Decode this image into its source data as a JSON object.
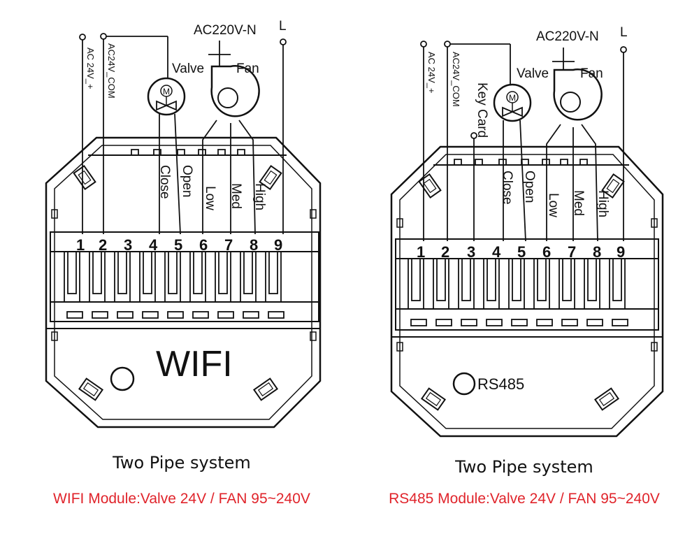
{
  "colors": {
    "line": "#111111",
    "caption_red": "#e0242b"
  },
  "diagrams": [
    {
      "id": "wifi",
      "supply_label": "AC220V-N",
      "live_label": "L",
      "ac24_plus_label": "AC 24V_+",
      "ac24_com_label": "AC24V_COM",
      "valve_label": "Valve",
      "fan_label": "Fan",
      "valve_motor_symbol": "M",
      "key_card_label": "",
      "terminal_labels": [
        "Close",
        "Open",
        "Low",
        "Med",
        "High"
      ],
      "terminal_numbers": [
        "1",
        "2",
        "3",
        "4",
        "5",
        "6",
        "7",
        "8",
        "9"
      ],
      "module_label": "WIFI",
      "caption": "Two Pipe system",
      "subcaption": "WIFI Module:Valve 24V / FAN 95~240V"
    },
    {
      "id": "rs485",
      "supply_label": "AC220V-N",
      "live_label": "L",
      "ac24_plus_label": "AC 24V_+",
      "ac24_com_label": "AC24V_COM",
      "valve_label": "Valve",
      "fan_label": "Fan",
      "valve_motor_symbol": "M",
      "key_card_label": "Key Card",
      "terminal_labels": [
        "Close",
        "Open",
        "Low",
        "Med",
        "High"
      ],
      "terminal_numbers": [
        "1",
        "2",
        "3",
        "4",
        "5",
        "6",
        "7",
        "8",
        "9"
      ],
      "module_label": "RS485",
      "caption": "Two Pipe system",
      "subcaption": "RS485 Module:Valve 24V / FAN 95~240V"
    }
  ]
}
